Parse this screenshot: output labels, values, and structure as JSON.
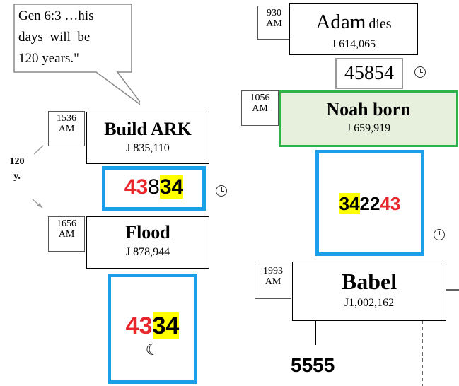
{
  "callout": {
    "line1": "Gen 6:3 …his",
    "line2": "days  will  be",
    "line3": "120 years.\""
  },
  "gap_label": {
    "line1": "120",
    "line2": "y."
  },
  "build_ark": {
    "am_year": "1536",
    "am_unit": "AM",
    "title": "Build ARK",
    "julian": "J 835,110",
    "code_parts": [
      "43",
      "8",
      "34"
    ]
  },
  "flood": {
    "am_year": "1656",
    "am_unit": "AM",
    "title": "Flood",
    "julian": "J 878,944",
    "code_parts": [
      "43",
      "34"
    ],
    "moon": "☾"
  },
  "adam": {
    "am_year": "930",
    "am_unit": "AM",
    "title": "Adam",
    "title_suffix": "dies",
    "julian": "J 614,065",
    "code": "45854"
  },
  "noah": {
    "am_year": "1056",
    "am_unit": "AM",
    "title": "Noah born",
    "julian": "J 659,919",
    "code_parts": [
      "34",
      "22",
      "43"
    ]
  },
  "babel": {
    "am_year": "1993",
    "am_unit": "AM",
    "title": "Babel",
    "julian": "J1,002,162"
  },
  "bottom_number": "5555",
  "colors": {
    "blue_border": "#1a9fe8",
    "green_border": "#2db34a",
    "green_fill": "#e6f0dc",
    "red": "#e8262b",
    "highlight": "#ffff00"
  },
  "icons": [
    "clock-icon",
    "moon-icon"
  ]
}
